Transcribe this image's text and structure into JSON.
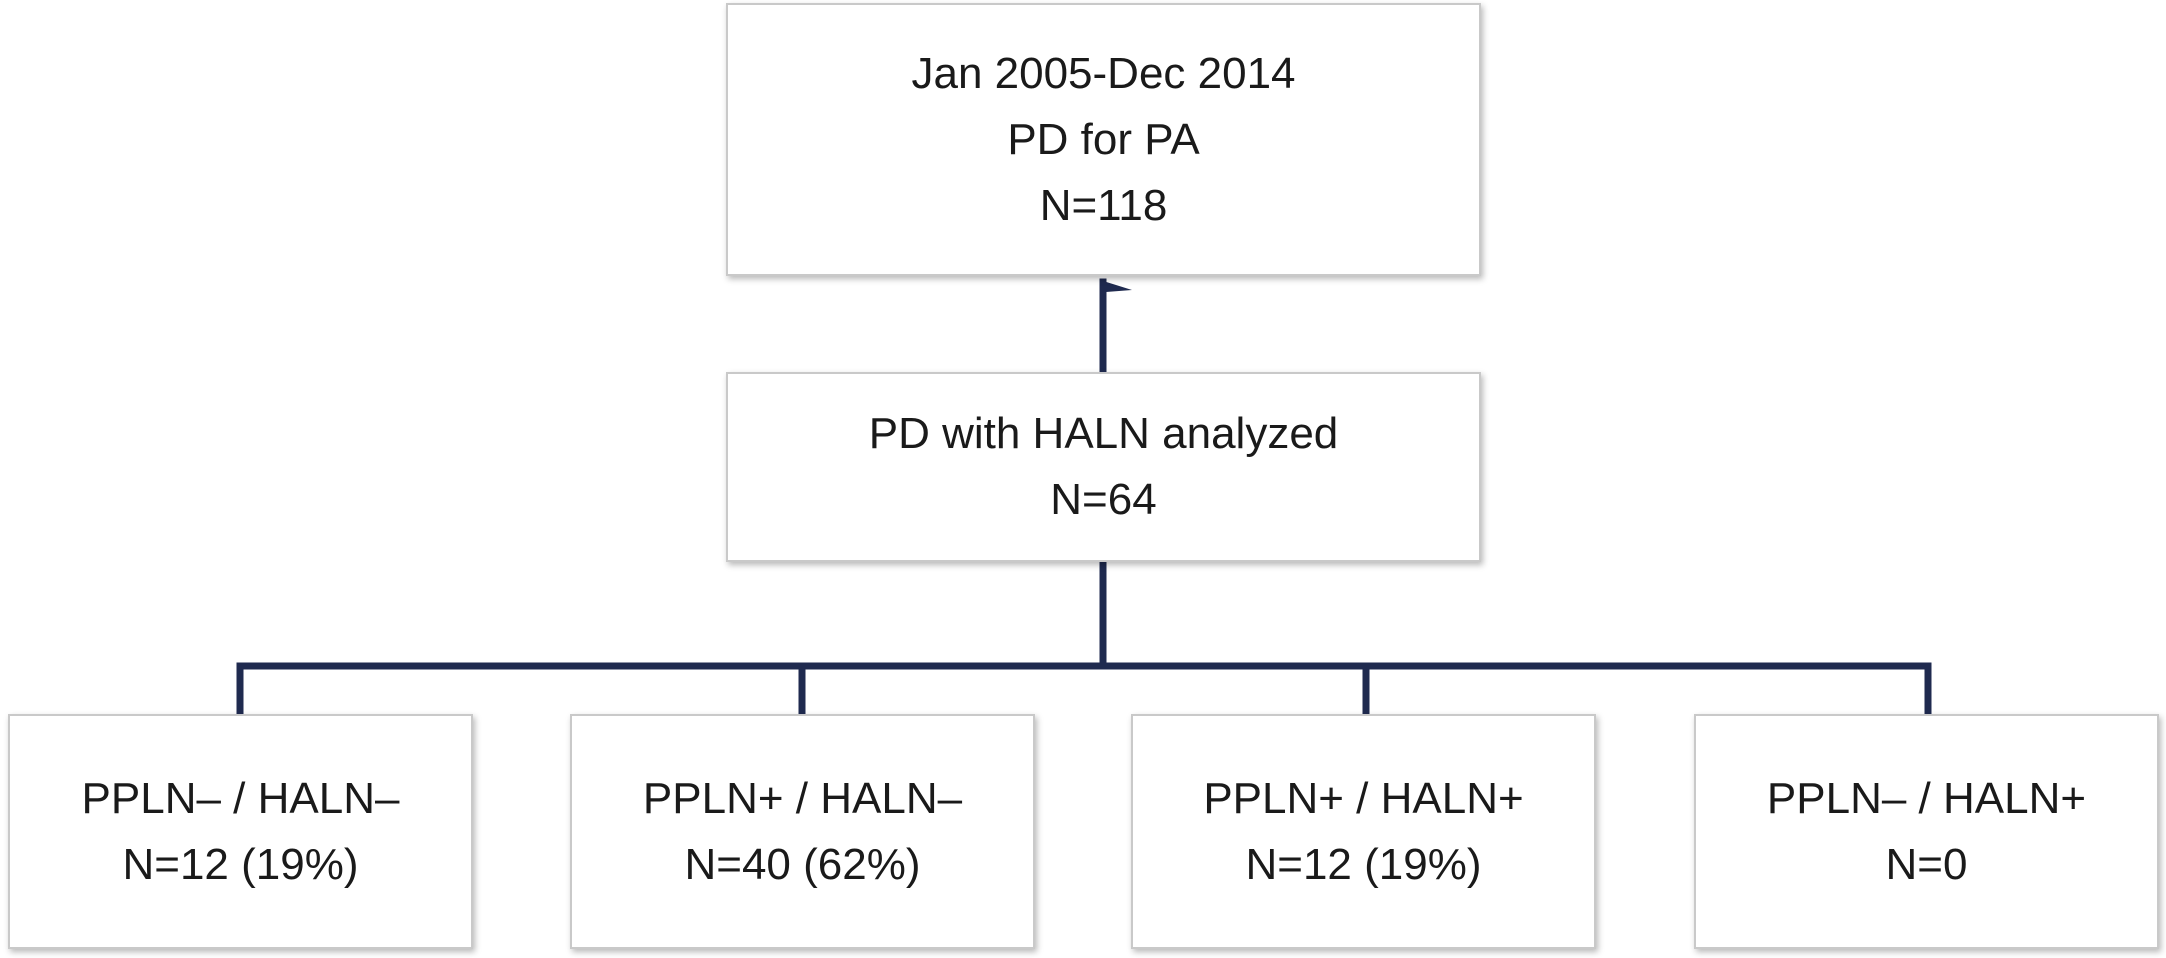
{
  "flowchart": {
    "top": {
      "line1": "Jan 2005-Dec 2014",
      "line2": "PD for PA",
      "line3": "N=118"
    },
    "middle": {
      "line1": "PD with HALN analyzed",
      "line2": "N=64"
    },
    "outcomes": [
      {
        "label": "PPLN– / HALN–",
        "count": "N=12 (19%)"
      },
      {
        "label": "PPLN+ / HALN–",
        "count": "N=40 (62%)"
      },
      {
        "label": "PPLN+ / HALN+",
        "count": "N=12 (19%)"
      },
      {
        "label": "PPLN– / HALN+",
        "count": "N=0"
      }
    ]
  },
  "colors": {
    "connector": "#1f2a4f",
    "box_border": "#c9c9c9",
    "text": "#1a1a1a"
  }
}
